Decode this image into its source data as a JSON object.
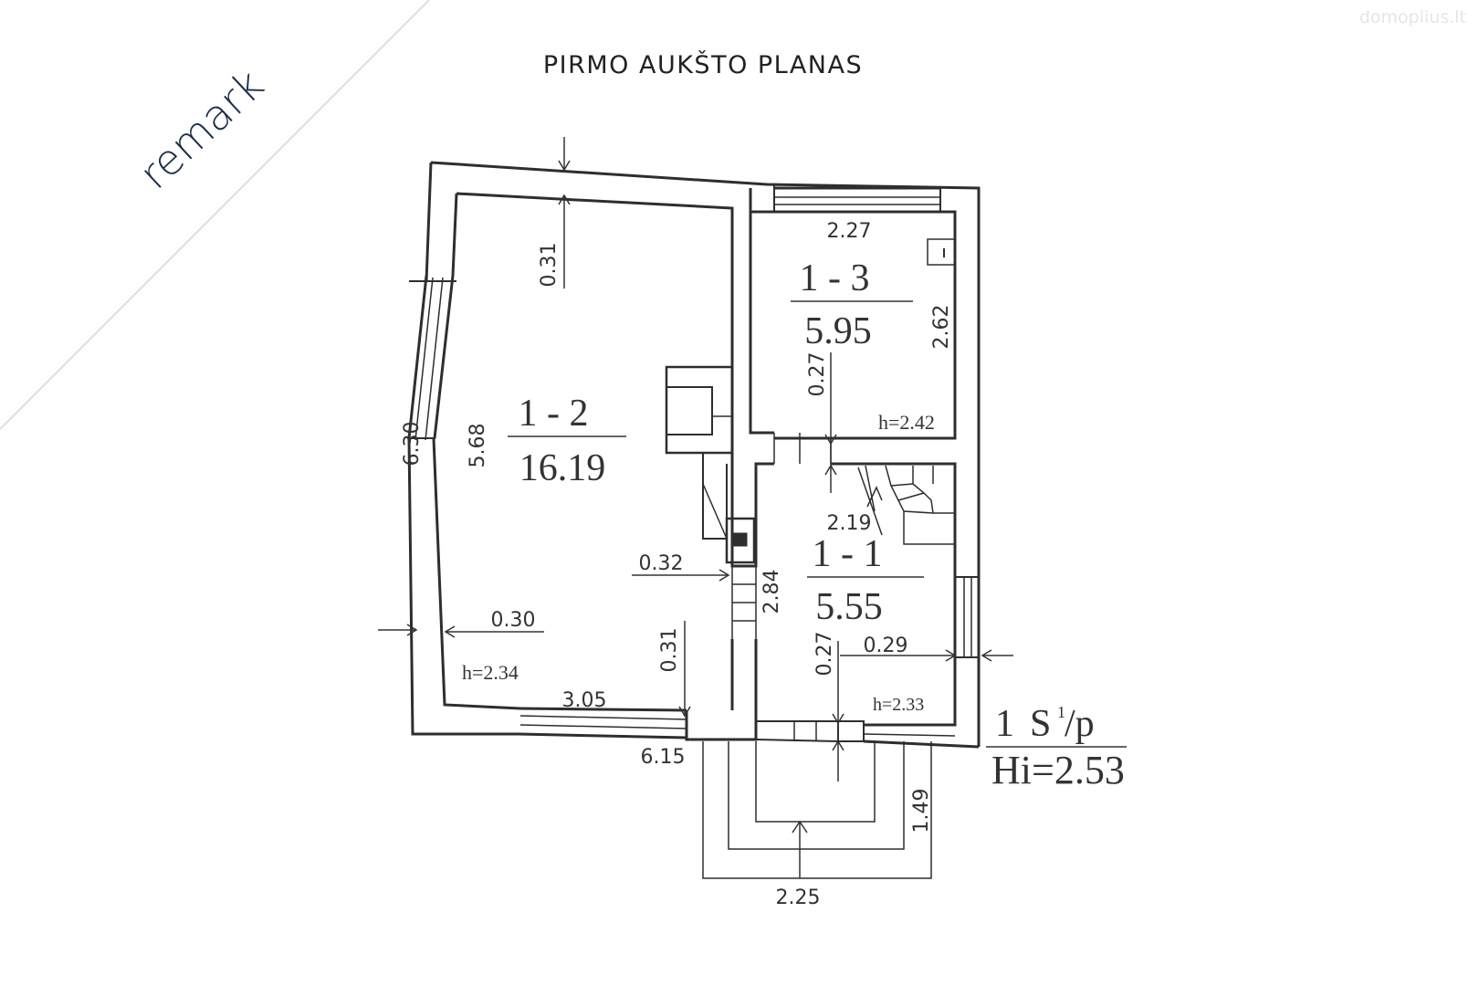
{
  "title": "PIRMO AUKŠTO PLANAS",
  "watermarks": {
    "domoplius": "domoplius.lt",
    "remark": "remark"
  },
  "colors": {
    "ink": "#333333",
    "brand": "#1c2d4a",
    "paper": "#ffffff"
  },
  "rooms": [
    {
      "id": "1 - 2",
      "area": "16.19",
      "width": "3.05",
      "length": "5.68",
      "height": "h=2.34"
    },
    {
      "id": "1 - 3",
      "area": "5.95",
      "width": "2.27",
      "length": "2.62",
      "height": "h=2.42"
    },
    {
      "id": "1 - 1",
      "area": "5.55",
      "width": "2.19",
      "length": "2.84",
      "height": "h=2.33"
    }
  ],
  "dimensions": {
    "wall_top": "0.31",
    "wall_left": "0.30",
    "wall_partition": "0.32",
    "wall_bottom_left": "0.31",
    "wall_room13": "0.27",
    "wall_room11": "0.27",
    "wall_right": "0.29",
    "overall_height": "6.30",
    "overall_width": "6.15",
    "porch_depth": "1.49",
    "porch_width": "2.25"
  },
  "summary": {
    "building": "1",
    "letter": "S",
    "superscript": "1",
    "fraction": "/p",
    "height": "Hi=2.53"
  }
}
